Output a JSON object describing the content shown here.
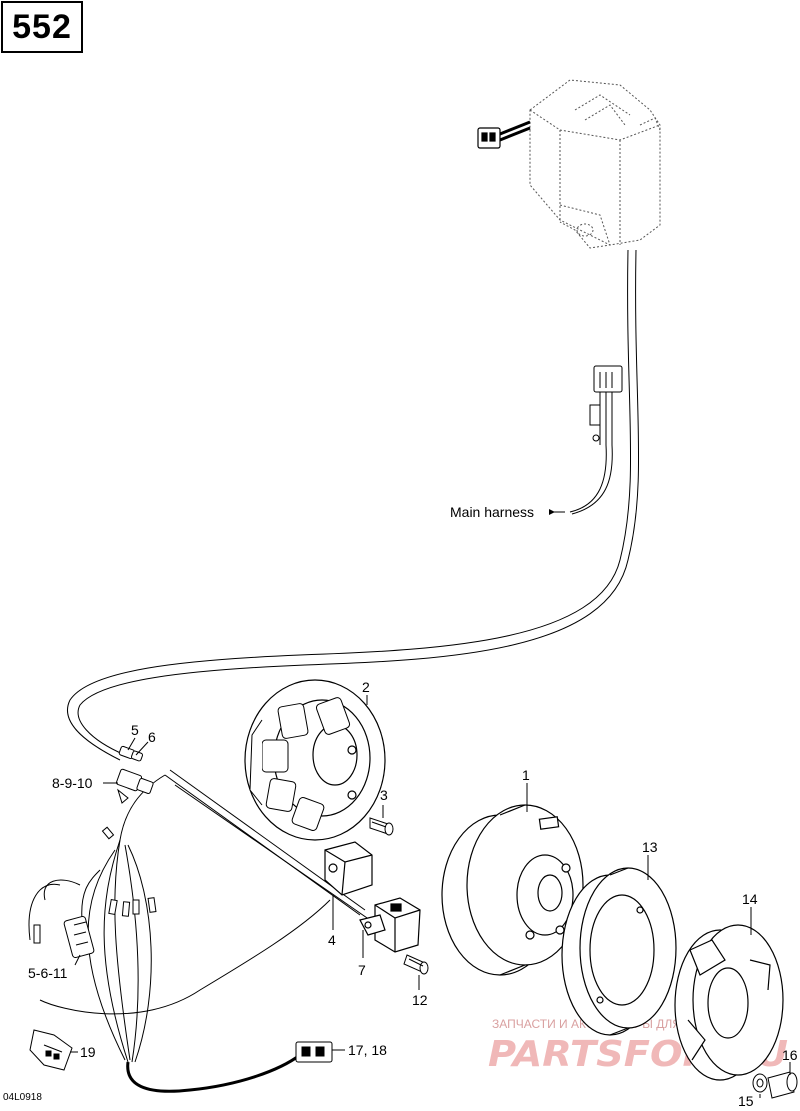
{
  "page_number": "552",
  "figure_code": "04L0918",
  "callouts": {
    "c1": "1",
    "c2": "2",
    "c3": "3",
    "c4": "4",
    "c5": "5",
    "c6": "6",
    "c7": "7",
    "c8910": "8-9-10",
    "c12": "12",
    "c13": "13",
    "c14": "14",
    "c15": "15",
    "c16": "16",
    "c5611": "5-6-11",
    "c19": "19",
    "c1718": "17, 18"
  },
  "main_harness_label": "Main harness",
  "watermark": {
    "small_text": "ЗАПЧАСТИ И АКСЕССУАРЫ ДЛЯ МОТОТЕХНИКИ",
    "brand_text": "PARTSFOR.RU"
  }
}
